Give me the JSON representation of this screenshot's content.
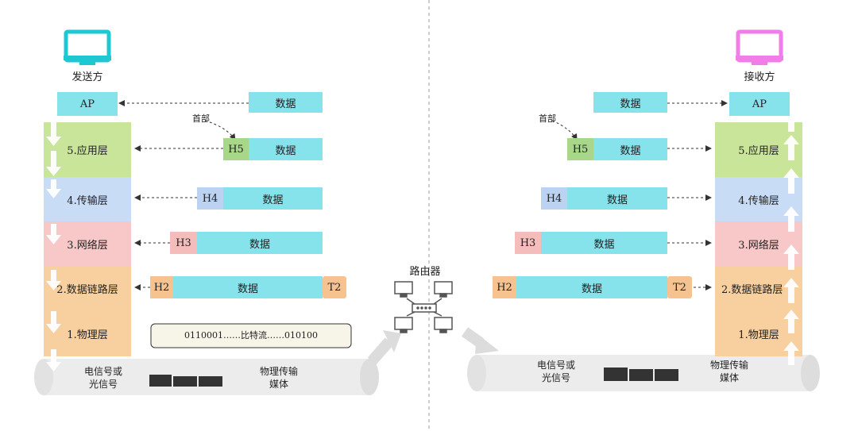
{
  "sender": {
    "title": "发送方",
    "ap": "AP",
    "layers": [
      "5.应用层",
      "4.传输层",
      "3.网络层",
      "2.数据链路层",
      "1.物理层"
    ],
    "data_label": "数据",
    "header_note": "首部",
    "h5": "H5",
    "h4": "H4",
    "h3": "H3",
    "h2": "H2",
    "t2": "T2",
    "bitstream": "0110001……比特流……010100",
    "signal": "电信号或\n光信号",
    "medium": "物理传输\n媒体"
  },
  "router": {
    "title": "路由器"
  },
  "receiver": {
    "title": "接收方",
    "ap": "AP",
    "layers": [
      "5.应用层",
      "4.传输层",
      "3.网络层",
      "2.数据链路层",
      "1.物理层"
    ],
    "data_label": "数据",
    "header_note": "首部",
    "h5": "H5",
    "h4": "H4",
    "h3": "H3",
    "h2": "H2",
    "t2": "T2",
    "signal": "电信号或\n光信号",
    "medium": "物理传输\n媒体"
  },
  "colors": {
    "sender_monitor": "#1ec8d2",
    "receiver_monitor": "#f07de8",
    "data": "#86e3ec",
    "app": "#c9e59a",
    "transport": "#c9dcf6",
    "network": "#f8c8c8",
    "link": "#f8cf9e"
  },
  "icons": [
    "monitor-icon",
    "router-icon",
    "up-arrow-icon",
    "down-arrow-icon"
  ]
}
